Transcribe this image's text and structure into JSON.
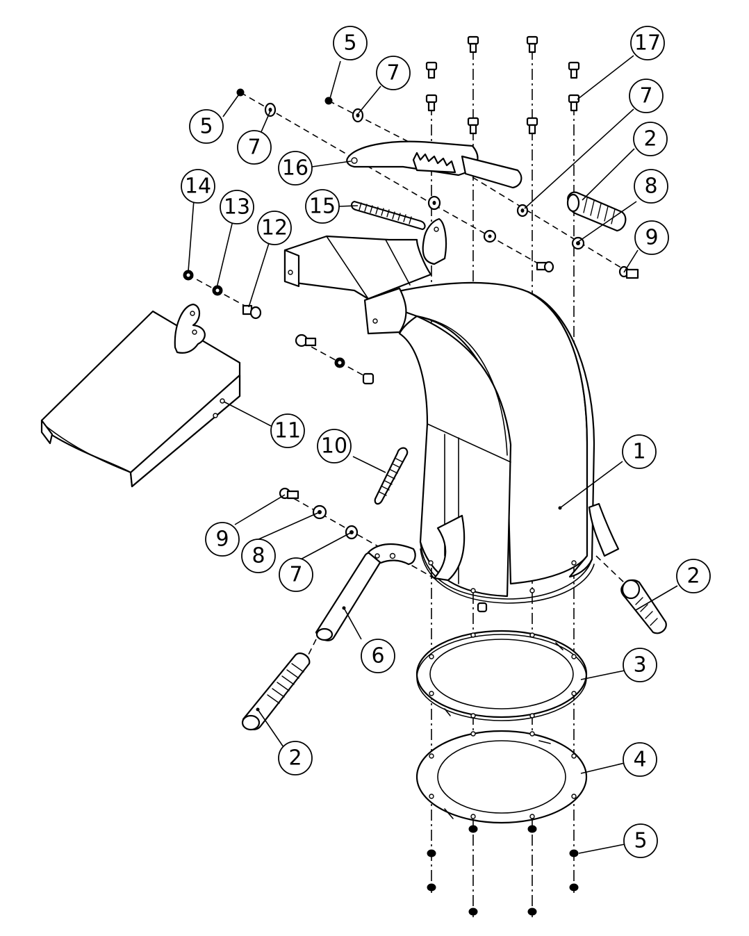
{
  "callouts": [
    {
      "id": "c1",
      "label": "1"
    },
    {
      "id": "c2a",
      "label": "2"
    },
    {
      "id": "c2b",
      "label": "2"
    },
    {
      "id": "c2c",
      "label": "2"
    },
    {
      "id": "c3",
      "label": "3"
    },
    {
      "id": "c4",
      "label": "4"
    },
    {
      "id": "c5a",
      "label": "5"
    },
    {
      "id": "c5b",
      "label": "5"
    },
    {
      "id": "c5c",
      "label": "5"
    },
    {
      "id": "c6",
      "label": "6"
    },
    {
      "id": "c7a",
      "label": "7"
    },
    {
      "id": "c7b",
      "label": "7"
    },
    {
      "id": "c7c",
      "label": "7"
    },
    {
      "id": "c7d",
      "label": "7"
    },
    {
      "id": "c8a",
      "label": "8"
    },
    {
      "id": "c8b",
      "label": "8"
    },
    {
      "id": "c9a",
      "label": "9"
    },
    {
      "id": "c9b",
      "label": "9"
    },
    {
      "id": "c10",
      "label": "10"
    },
    {
      "id": "c11",
      "label": "11"
    },
    {
      "id": "c12",
      "label": "12"
    },
    {
      "id": "c13",
      "label": "13"
    },
    {
      "id": "c14",
      "label": "14"
    },
    {
      "id": "c15",
      "label": "15"
    },
    {
      "id": "c16",
      "label": "16"
    },
    {
      "id": "c17",
      "label": "17"
    }
  ]
}
